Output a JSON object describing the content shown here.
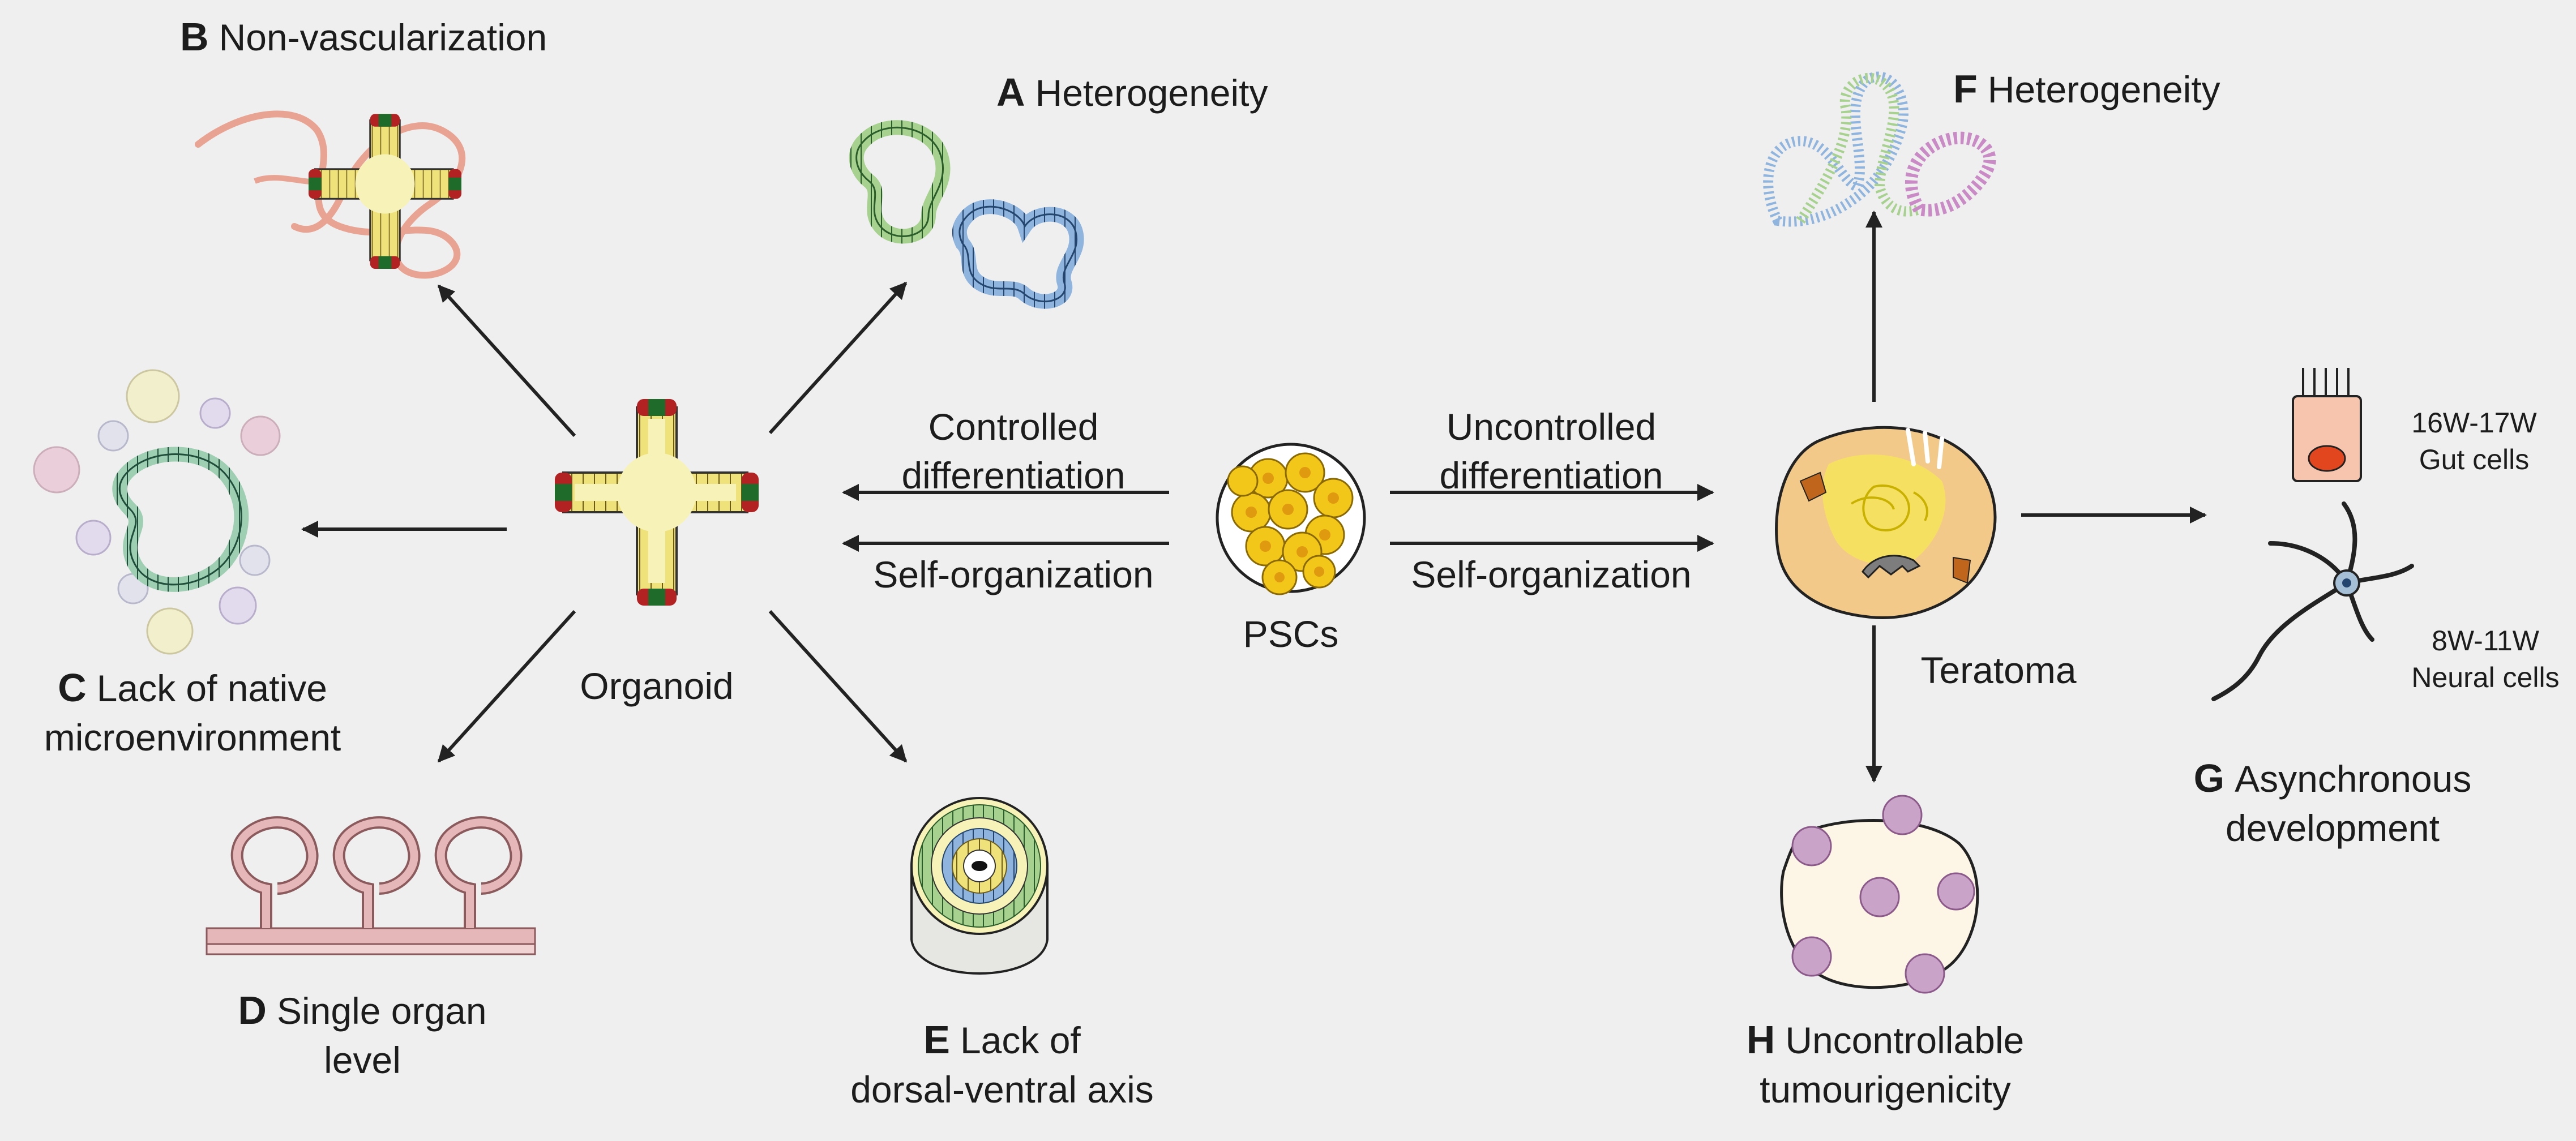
{
  "center": {
    "psc_label": "PSCs"
  },
  "organoid": {
    "label": "Organoid",
    "arrow_top": "Controlled",
    "arrow_top_2": "differentiation",
    "arrow_bottom": "Self-organization"
  },
  "teratoma": {
    "label": "Teratoma",
    "arrow_top": "Uncontrolled",
    "arrow_top_2": "differentiation",
    "arrow_bottom": "Self-organization"
  },
  "panels": {
    "A": {
      "letter": "A",
      "text": "Heterogeneity"
    },
    "B": {
      "letter": "B",
      "text": "Non-vascularization"
    },
    "C": {
      "letter": "C",
      "line1": "Lack of native",
      "line2": "microenvironment"
    },
    "D": {
      "letter": "D",
      "line1": "Single organ",
      "line2": "level"
    },
    "E": {
      "letter": "E",
      "line1": "Lack of",
      "line2": "dorsal-ventral axis"
    },
    "F": {
      "letter": "F",
      "text": "Heterogeneity"
    },
    "G": {
      "letter": "G",
      "line1": "Asynchronous",
      "line2": "development",
      "gut_weeks": "16W-17W",
      "gut_label": "Gut cells",
      "neural_weeks": "8W-11W",
      "neural_label": "Neural cells"
    },
    "H": {
      "letter": "H",
      "line1": "Uncontrollable",
      "line2": "tumourigenicity"
    }
  },
  "colors": {
    "background": "#efefef",
    "arrow": "#222222",
    "organoid_fill": "#f7f3b8",
    "organoid_band": "#f0e27a",
    "organoid_tip_red": "#b22222",
    "organoid_tip_green": "#1f6b2a",
    "psc_yellow": "#f2c71a",
    "teratoma_orange": "#f3c98a",
    "hetero_green": "#a7d18f",
    "hetero_blue": "#8fb5df",
    "hetero_purple": "#c98ac6",
    "vessel_pink": "#e8a392",
    "crypt_pink": "#e6b7b9",
    "tumour_purple": "#c9a4c8",
    "gut_cell": "#f7c4ad",
    "neural_cell": "#a5bfd6"
  }
}
